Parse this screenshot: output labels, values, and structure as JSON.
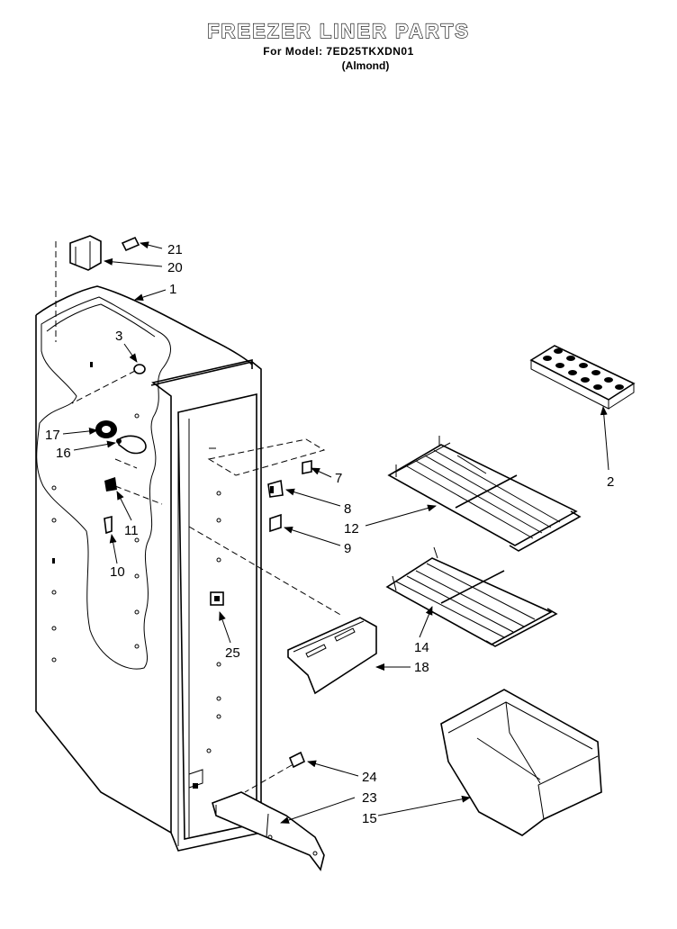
{
  "header": {
    "title": "FREEZER LINER PARTS",
    "model_line": "For Model: 7ED25TKXDN01",
    "variant": "(Almond)"
  },
  "callouts": {
    "c1": "1",
    "c2": "2",
    "c3": "3",
    "c7": "7",
    "c8": "8",
    "c9": "9",
    "c10": "10",
    "c11": "11",
    "c12": "12",
    "c14": "14",
    "c15": "15",
    "c16": "16",
    "c17": "17",
    "c18": "18",
    "c20": "20",
    "c21": "21",
    "c23": "23",
    "c24": "24",
    "c25": "25"
  }
}
